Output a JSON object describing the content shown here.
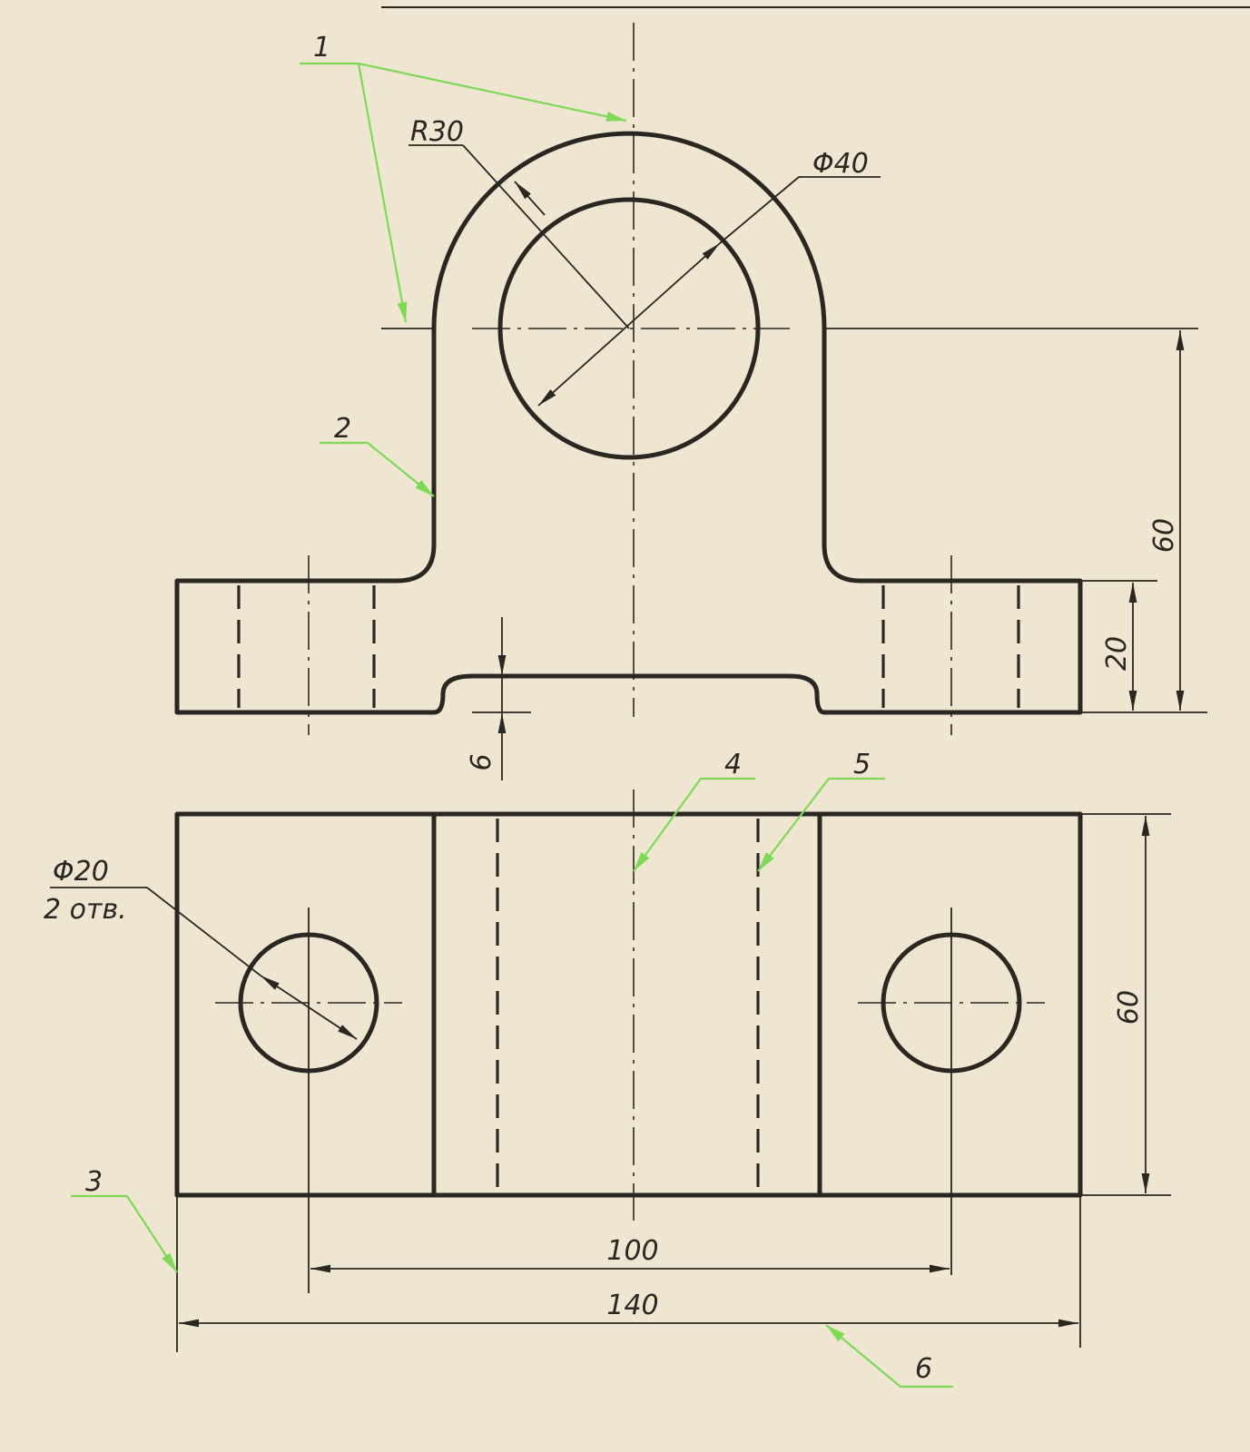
{
  "dimensions": {
    "r30": "R30",
    "dia40": "Φ40",
    "h60_top": "60",
    "h20": "20",
    "t6": "6",
    "h60_bottom": "60",
    "dia20": "Φ20",
    "holes": "2 отв.",
    "d100": "100",
    "d140": "140"
  },
  "callouts": {
    "c1": "1",
    "c2": "2",
    "c3": "3",
    "c4": "4",
    "c5": "5",
    "c6": "6"
  },
  "colors": {
    "paper": "#efe6d2",
    "ink": "#2a2622",
    "leader": "#7ed957"
  }
}
